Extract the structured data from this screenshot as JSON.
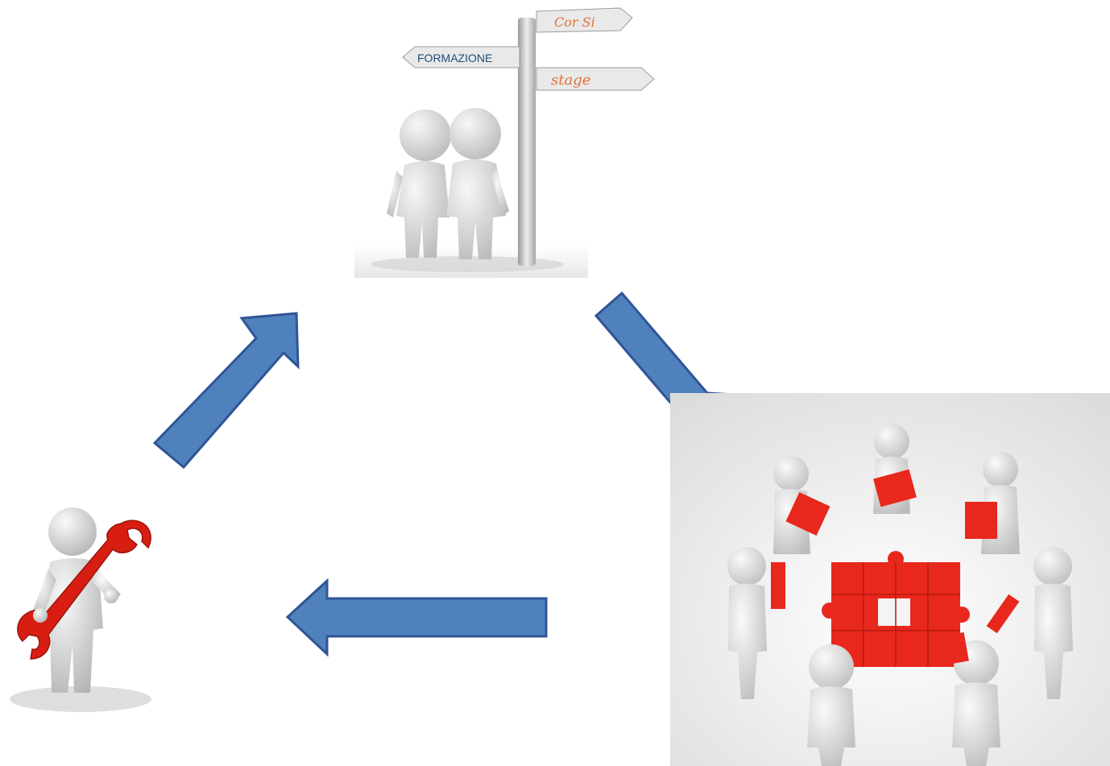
{
  "signpost": {
    "left_sign": "FORMAZIONE",
    "right_top_sign": "Cor Si",
    "right_bottom_sign": "stage"
  },
  "colors": {
    "arrow_fill": "#4f81bd",
    "arrow_stroke": "#2f5597",
    "puzzle_red": "#e8281c",
    "wrench_red": "#d81e12",
    "figure_grey": "#d9d9d9",
    "sign_text_blue": "#1f4e79",
    "sign_text_orange": "#e0733a"
  },
  "nodes": [
    {
      "name": "signpost-figures",
      "icon": "signpost-icon"
    },
    {
      "name": "puzzle-team",
      "icon": "puzzle-icon"
    },
    {
      "name": "wrench-figure",
      "icon": "wrench-icon"
    }
  ],
  "arrows": [
    {
      "from": "wrench-figure",
      "to": "signpost-figures",
      "direction": "up-right"
    },
    {
      "from": "signpost-figures",
      "to": "puzzle-team",
      "direction": "down-right"
    },
    {
      "from": "puzzle-team",
      "to": "wrench-figure",
      "direction": "left"
    }
  ]
}
